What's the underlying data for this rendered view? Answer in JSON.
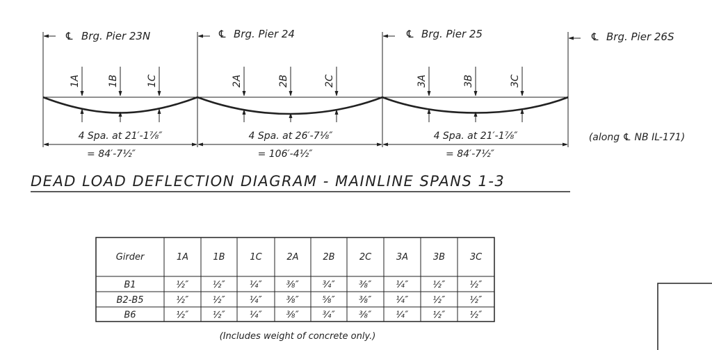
{
  "piers": [
    {
      "sym": "℄",
      "label": "Brg. Pier 23N"
    },
    {
      "sym": "℄",
      "label": "Brg. Pier 24"
    },
    {
      "sym": "℄",
      "label": "Brg. Pier 25"
    },
    {
      "sym": "℄",
      "label": "Brg. Pier 26S"
    }
  ],
  "marks": [
    "1A",
    "1B",
    "1C",
    "2A",
    "2B",
    "2C",
    "3A",
    "3B",
    "3C"
  ],
  "spans": [
    {
      "spacing": "4 Spa. at 21′-1⁷⁄₈″",
      "total": "= 84′-7½″"
    },
    {
      "spacing": "4 Spa. at 26′-7⅛″",
      "total": "= 106′-4½″"
    },
    {
      "spacing": "4 Spa. at 21′-1⁷⁄₈″",
      "total": "= 84′-7½″"
    }
  ],
  "alignment_note": "(along ℄ NB IL-171)",
  "title": "DEAD LOAD DEFLECTION DIAGRAM - MAINLINE SPANS 1-3",
  "table": {
    "header": [
      "Girder",
      "1A",
      "1B",
      "1C",
      "2A",
      "2B",
      "2C",
      "3A",
      "3B",
      "3C"
    ],
    "rows": [
      {
        "girder": "B1",
        "values": [
          "½″",
          "½″",
          "¼″",
          "⅜″",
          "¾″",
          "⅜″",
          "¼″",
          "½″",
          "½″"
        ]
      },
      {
        "girder": "B2-B5",
        "values": [
          "½″",
          "½″",
          "¼″",
          "⅜″",
          "⅝″",
          "⅜″",
          "¼″",
          "½″",
          "½″"
        ]
      },
      {
        "girder": "B6",
        "values": [
          "½″",
          "½″",
          "¼″",
          "⅜″",
          "¾″",
          "⅜″",
          "¼″",
          "½″",
          "½″"
        ]
      }
    ],
    "note": "(Includes weight of concrete only.)"
  }
}
